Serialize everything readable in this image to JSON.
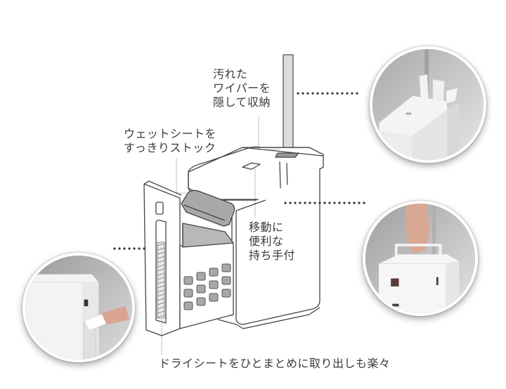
{
  "figure": {
    "type": "product-feature-diagram",
    "product": "wiper storage stand",
    "callouts": [
      {
        "id": "wiper-storage",
        "lines": [
          "汚れた",
          "ワイパーを",
          "隠して収納"
        ]
      },
      {
        "id": "wet-sheet-stock",
        "lines": [
          "ウェットシートを",
          "すっきりストック"
        ]
      },
      {
        "id": "handle",
        "lines": [
          "移動に",
          "便利な",
          "持ち手付"
        ]
      },
      {
        "id": "dry-sheet",
        "lines": [
          "ドライシートをひとまとめに取り出しも楽々"
        ]
      }
    ],
    "photos": [
      {
        "id": "photo-wiper-stored",
        "depicts": "wiper stored in the box with used sheets"
      },
      {
        "id": "photo-handle",
        "depicts": "hand lifting the box by the handle"
      },
      {
        "id": "photo-wet-sheet",
        "depicts": "hand pulling a wet sheet from the side slot"
      }
    ],
    "colors": {
      "line": "#444444",
      "leader_dots": "#333333",
      "fill_gray": "#a8a8a8",
      "pole_fill": "#d8d8d8",
      "text": "#3a3a3a"
    }
  }
}
